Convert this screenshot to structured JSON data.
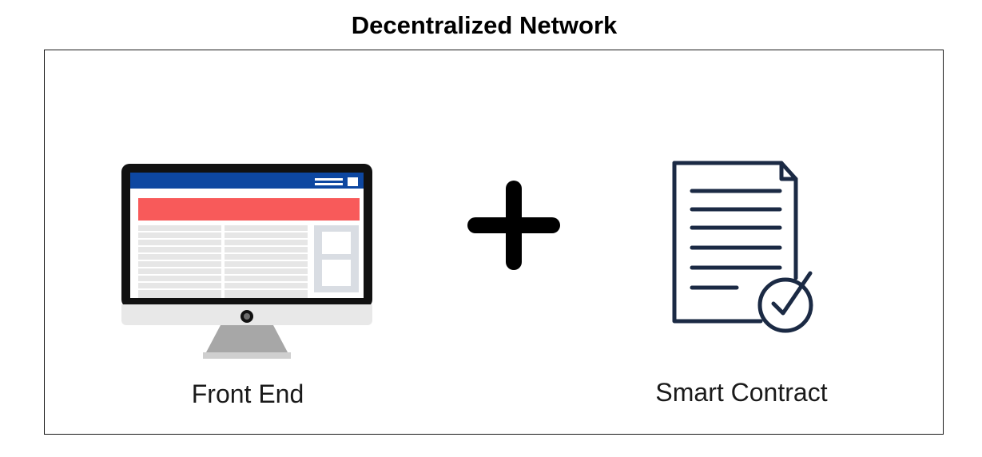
{
  "title": "Decentralized Network",
  "components": {
    "front_end": {
      "label": "Front End",
      "icon": "monitor-icon"
    },
    "operator": {
      "icon": "plus-icon"
    },
    "smart_contract": {
      "label": "Smart Contract",
      "icon": "document-check-icon"
    }
  },
  "colors": {
    "monitor_header": "#0d47a1",
    "monitor_banner": "#f85a5a",
    "monitor_frame": "#111111",
    "monitor_stand": "#a7a7a7",
    "document_stroke": "#1b2a44",
    "plus": "#000000"
  }
}
